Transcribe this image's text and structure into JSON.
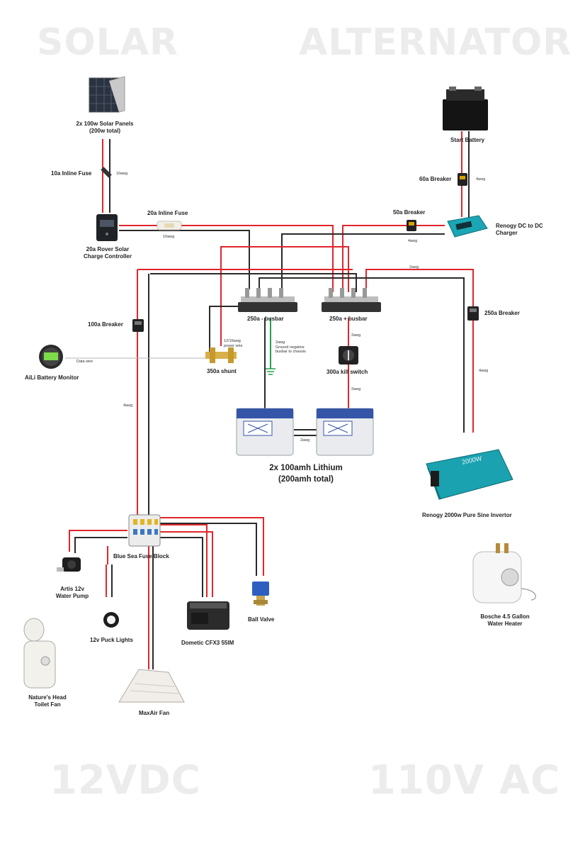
{
  "corner_titles": {
    "solar": "SOLAR",
    "alternator": "ALTERNATOR",
    "dc12v": "12VDC",
    "ac110v": "110V AC"
  },
  "components": {
    "solar_panels": {
      "line1": "2x 100w Solar Panels",
      "line2": "(200w total)"
    },
    "inline_fuse_10a": "10a Inline Fuse",
    "charge_controller": {
      "line1": "20a Rover Solar",
      "line2": "Charge Controller"
    },
    "inline_fuse_20a": "20a Inline Fuse",
    "start_battery": "Start Battery",
    "breaker_60a": "60a Breaker",
    "breaker_50a": "50a Breaker",
    "dc_to_dc": {
      "line1": "Renogy DC to DC",
      "line2": "Charger"
    },
    "busbar_neg": "250a - busbar",
    "busbar_pos": "250a + busbar",
    "breaker_100a": "100a Breaker",
    "breaker_250a": "250a Breaker",
    "battery_monitor": "AiLi Battery Monitor",
    "shunt": "350a shunt",
    "kill_switch": "300a kill switch",
    "lithium": {
      "line1": "2x 100amh Lithium",
      "line2": "(200amh total)"
    },
    "inverter": "Renogy 2000w Pure Sine Invertor",
    "fuse_block": "Blue Sea Fuse Block",
    "water_pump": {
      "line1": "Artis 12v",
      "line2": "Water Pump"
    },
    "puck_lights": "12v Puck Lights",
    "fridge": "Dometic CFX3 55IM",
    "ball_valve": "Ball Valve",
    "toilet_fan": {
      "line1": "Nature's Head",
      "line2": "Toilet Fan"
    },
    "maxair_fan": "MaxAir Fan",
    "water_heater": {
      "line1": "Bosche 4.5 Gallon",
      "line2": "Water Heater"
    }
  },
  "wire_notes": {
    "awg10_a": "10awg",
    "awg10_b": "10awg",
    "awg4_a": "4awg",
    "awg4_b": "4awg",
    "awg4_c": "4awg",
    "awg4_d": "4awg",
    "awg2_a": "2awg",
    "awg2_b": "2awg",
    "awg2_c": "2awg",
    "awg2_d": "2awg",
    "power_wire": {
      "line1": "12/16awg",
      "line2": "power wire"
    },
    "ground": {
      "line1": "2awg",
      "line2": "Ground negative",
      "line3": "busbar to chassis"
    },
    "data_wire": "Data wire",
    "inverter_brand": "2000W"
  },
  "colors": {
    "positive": "#e0262c",
    "negative": "#2a2a2a",
    "ground": "#1fa34a",
    "data": "#b5b5b5",
    "watermark": "#ececec"
  },
  "icons": [
    "solar-panel-icon",
    "start-battery-icon",
    "charge-controller-icon",
    "dc-dc-charger-icon",
    "busbar-icon",
    "breaker-icon",
    "inline-fuse-icon",
    "battery-monitor-icon",
    "shunt-icon",
    "kill-switch-icon",
    "lithium-battery-icon",
    "inverter-icon",
    "fuse-block-icon",
    "water-pump-icon",
    "puck-light-icon",
    "fridge-icon",
    "ball-valve-icon",
    "toilet-icon",
    "roof-fan-icon",
    "water-heater-icon"
  ]
}
